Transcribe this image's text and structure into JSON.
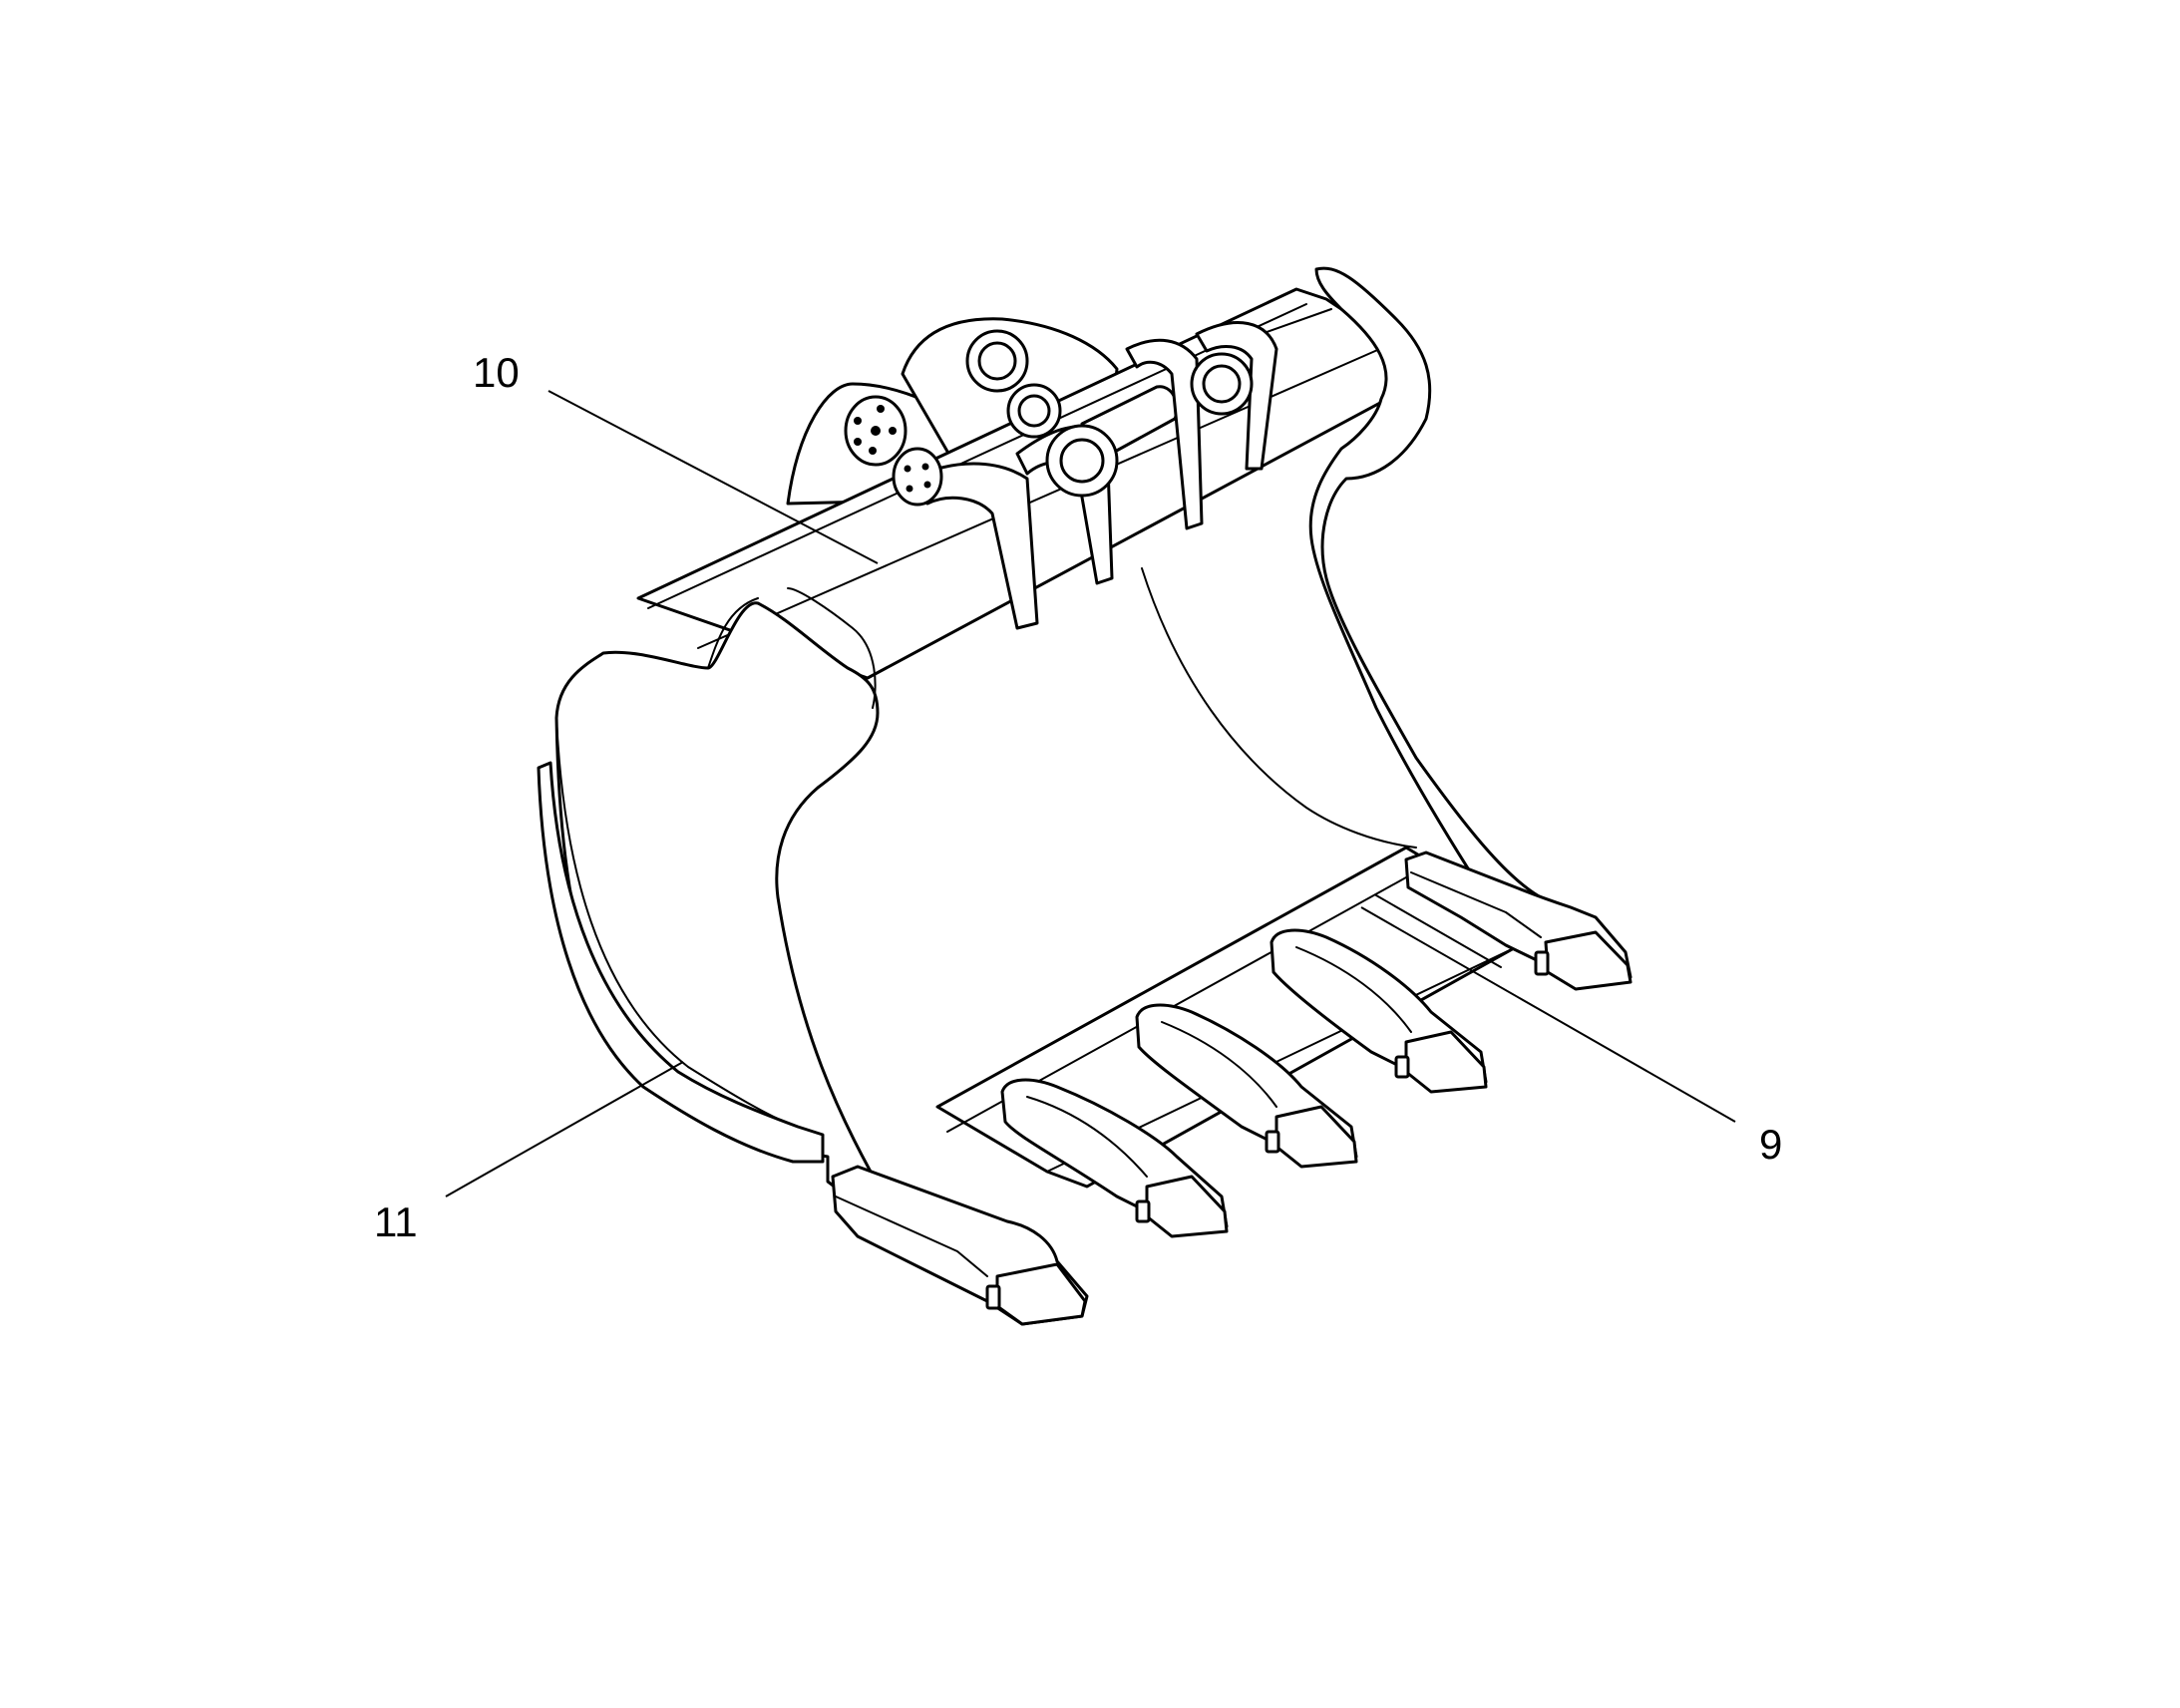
{
  "callouts": [
    {
      "id": "10",
      "text": "10"
    },
    {
      "id": "9",
      "text": "9"
    },
    {
      "id": "11",
      "text": "11"
    }
  ]
}
